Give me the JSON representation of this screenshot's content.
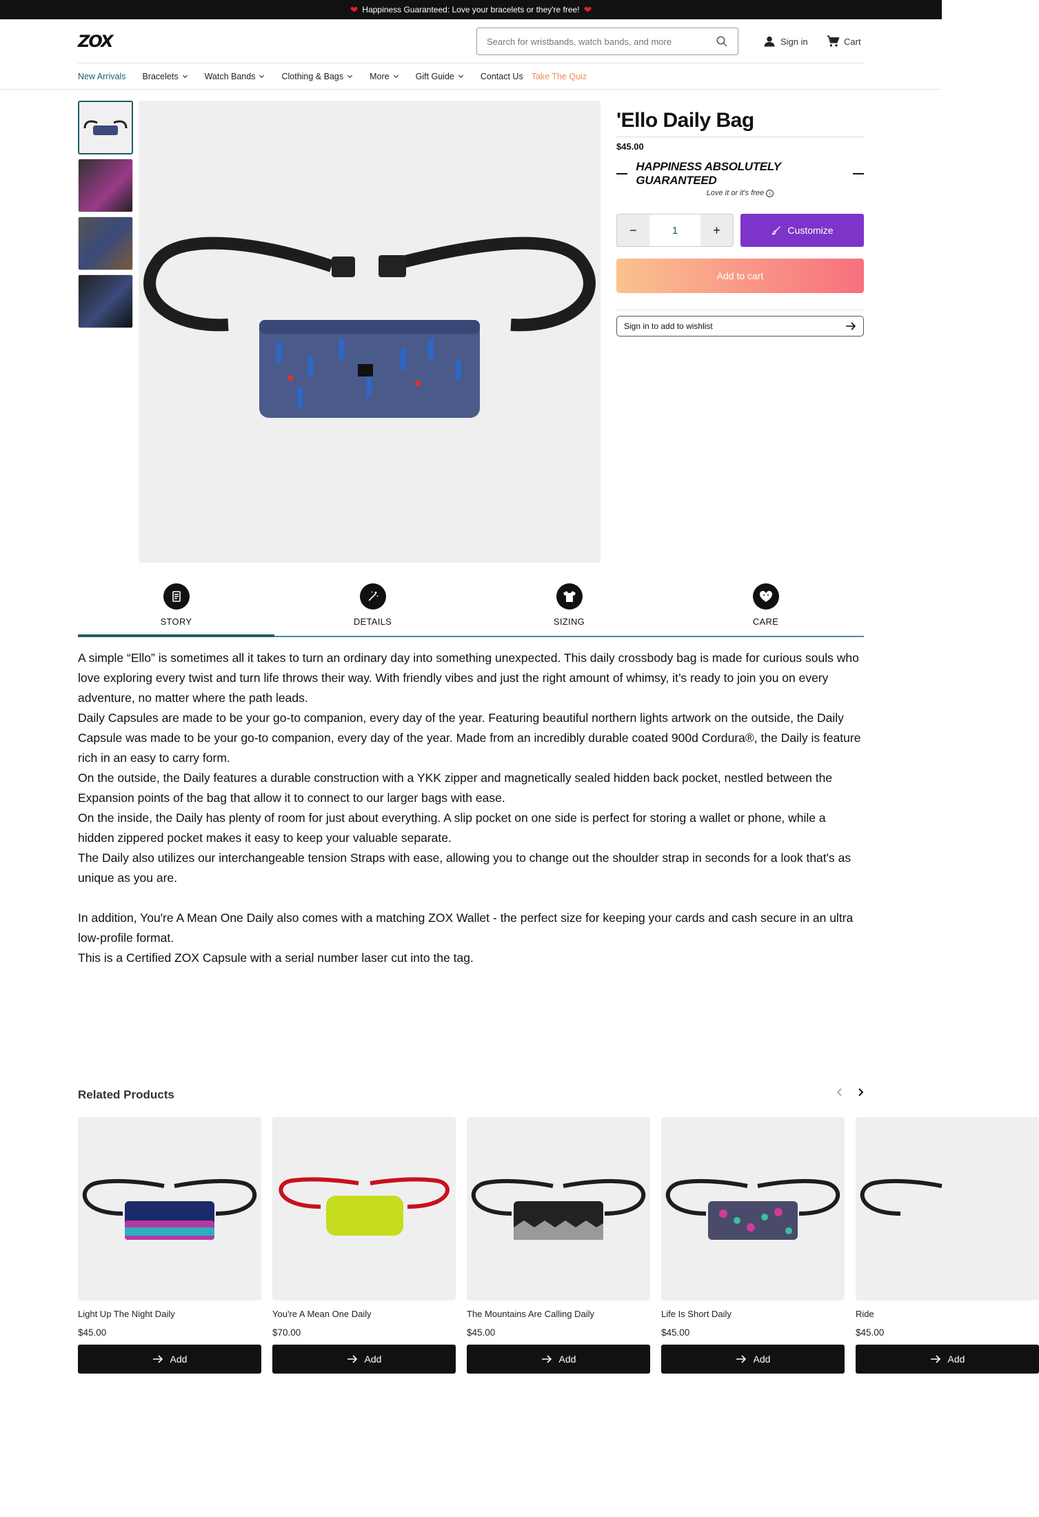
{
  "announcement": {
    "text": "Happiness Guaranteed: Love your bracelets or they're free!"
  },
  "header": {
    "logo": "ZOX",
    "search_placeholder": "Search for wristbands, watch bands, and more",
    "sign_in": "Sign in",
    "cart": "Cart"
  },
  "nav": {
    "items": [
      {
        "label": "New Arrivals"
      },
      {
        "label": "Bracelets"
      },
      {
        "label": "Watch Bands"
      },
      {
        "label": "Clothing & Bags"
      },
      {
        "label": "More"
      },
      {
        "label": "Gift Guide"
      },
      {
        "label": "Contact Us"
      },
      {
        "label": "Take The Quiz"
      }
    ]
  },
  "product": {
    "title": "'Ello Daily Bag",
    "price": "$45.00",
    "guarantee": "HAPPINESS ABSOLUTELY GUARANTEED",
    "guarantee_sub": "Love it or it's free",
    "quantity": "1",
    "minus": "−",
    "plus": "+",
    "customize": "Customize",
    "add_to_cart": "Add to cart",
    "wishlist": "Sign in to add to wishlist"
  },
  "tabs": [
    {
      "label": "STORY"
    },
    {
      "label": "DETAILS"
    },
    {
      "label": "SIZING"
    },
    {
      "label": "CARE"
    }
  ],
  "description": {
    "paragraphs": [
      "A simple “Ello” is sometimes all it takes to turn an ordinary day into something unexpected. This daily crossbody bag is made for curious souls who love exploring every twist and turn life throws their way. With friendly vibes and just the right amount of whimsy, it’s ready to join you on every adventure, no matter where the path leads.",
      " Daily Capsules are made to be your go-to companion, every day of the year. Featuring beautiful northern lights artwork on the outside, the Daily Capsule was made to be your go-to companion, every day of the year. Made from an incredibly durable coated 900d Cordura®, the Daily is feature rich in an easy to carry form.",
      "On the outside, the Daily features a durable construction with a YKK zipper and magnetically sealed hidden back pocket, nestled between the Expansion points of the bag that allow it to connect to our larger bags with ease.",
      "On the inside, the Daily has plenty of room for just about everything. A slip pocket on one side is perfect for storing a wallet or phone, while a hidden zippered pocket makes it easy to keep your valuable separate.",
      "The Daily also utilizes our interchangeable tension Straps with ease, allowing you to change out the shoulder strap in seconds for a look that's as unique as you are.",
      "In addition, You're A Mean One Daily also comes with a matching ZOX Wallet - the perfect size for keeping your cards and cash secure in an ultra low-profile format.",
      "This is a Certified ZOX Capsule with a serial number laser cut into the tag."
    ]
  },
  "related": {
    "title": "Related Products",
    "add_label": "Add",
    "products": [
      {
        "name": "Light Up The Night Daily",
        "price": "$45.00"
      },
      {
        "name": "You're A Mean One Daily",
        "price": "$70.00"
      },
      {
        "name": "The Mountains Are Calling Daily",
        "price": "$45.00"
      },
      {
        "name": "Life Is Short Daily",
        "price": "$45.00"
      },
      {
        "name": "Ride",
        "price": "$45.00"
      }
    ]
  },
  "colors": {
    "accent_teal": "#1b5e63",
    "customize_purple": "#7d35c9",
    "quiz_orange": "#f08b5c",
    "cart_gradient_start": "#fbc28f",
    "cart_gradient_end": "#f7707e"
  }
}
